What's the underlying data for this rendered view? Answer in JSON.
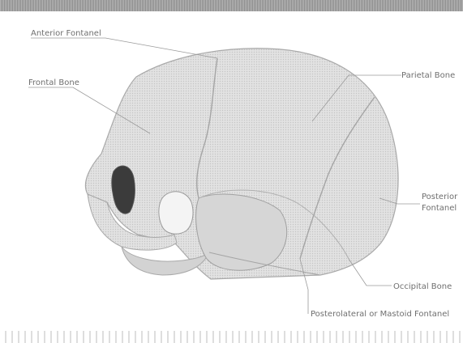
{
  "colors": {
    "skull_fill": "#dcdcdc",
    "skull_stroke": "#a9a9a9",
    "leader_line": "#9a9a9a",
    "label_text": "#6f6f6f",
    "background": "#ffffff"
  },
  "labels": {
    "anterior_fontanel": "Anterior Fontanel",
    "frontal_bone": "Frontal Bone",
    "parietal_bone": "Parietal Bone",
    "posterior_fontanel_line1": "Posterior",
    "posterior_fontanel_line2": "Fontanel",
    "occipital_bone": "Occipital Bone",
    "posterolateral_fontanel": "Posterolateral or Mastoid Fontanel"
  }
}
